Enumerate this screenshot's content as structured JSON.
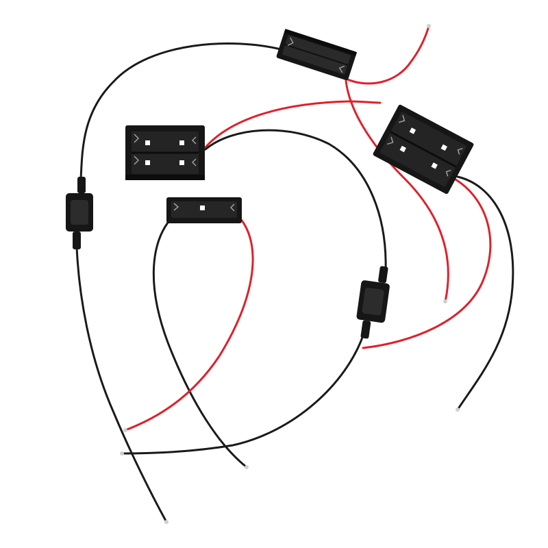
{
  "image": {
    "background_color": "#ffffff",
    "wire_colors": {
      "black": "#1a1a1a",
      "red": "#e0202a",
      "tip": "#cfcfcf"
    },
    "plastic_color": "#161616",
    "objects": [
      "battery-holder-2-cell-top",
      "battery-holder-2-cell-left",
      "battery-holder-2-cell-right",
      "battery-holder-1-cell-center",
      "switch-left",
      "switch-center"
    ]
  }
}
